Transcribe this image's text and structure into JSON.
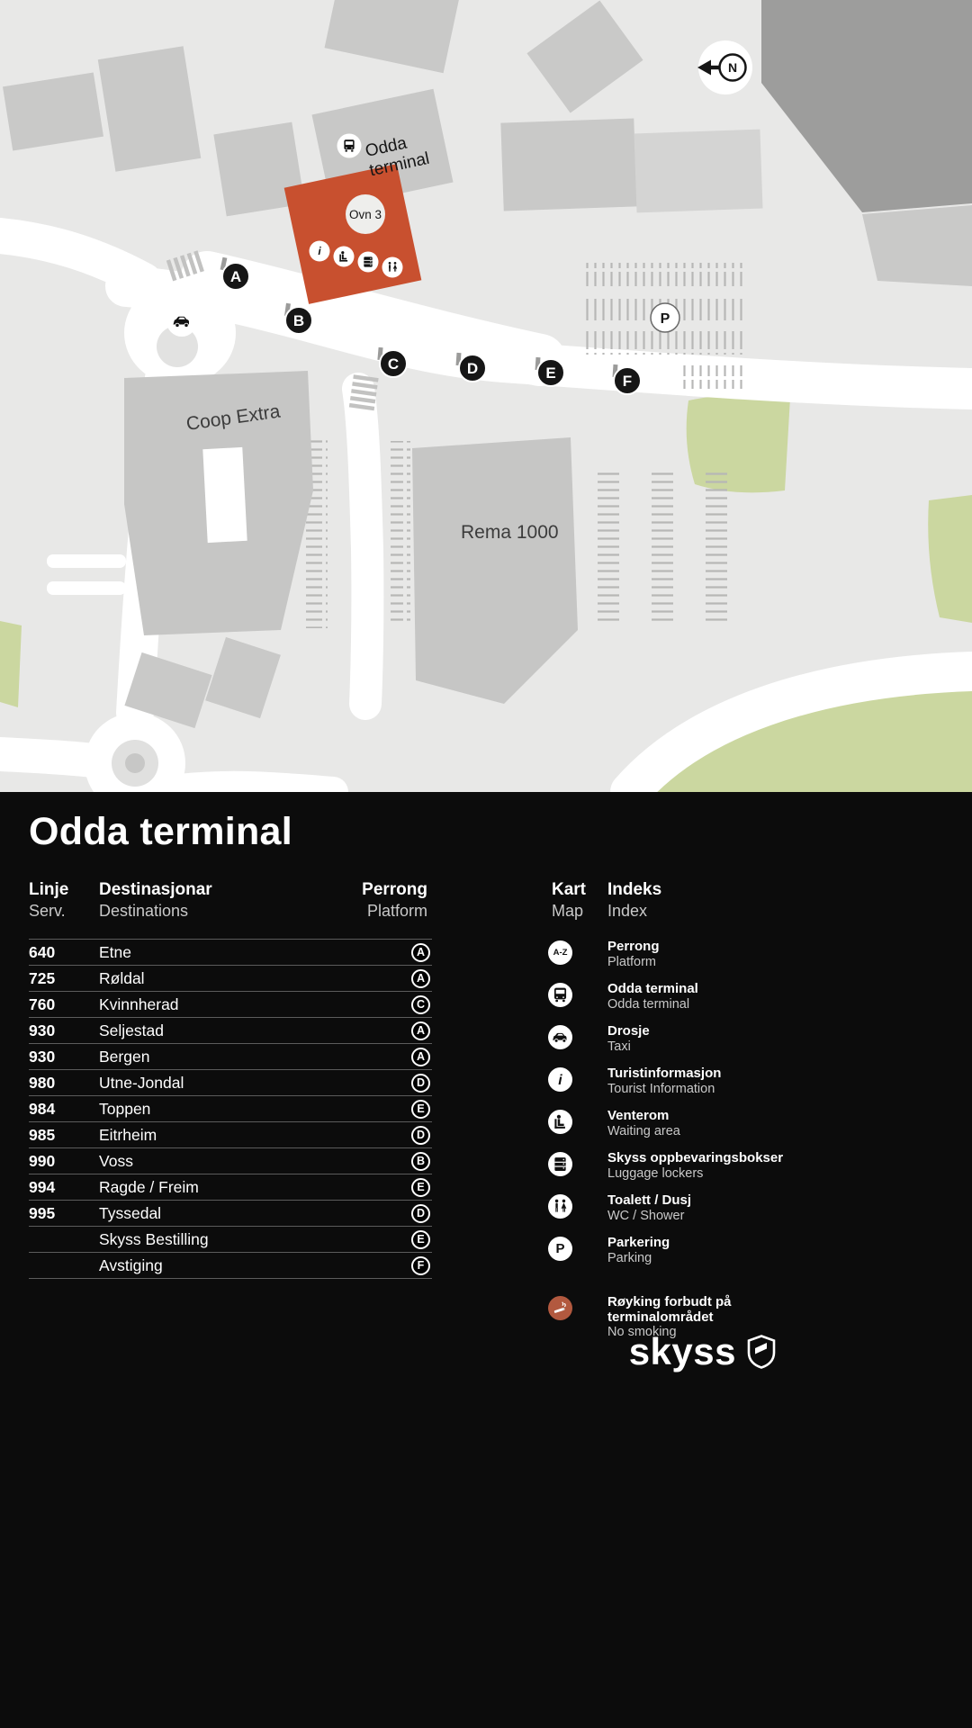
{
  "map": {
    "labels": {
      "terminal_line1": "Odda",
      "terminal_line2": "terminal",
      "oven": "Ovn 3",
      "coop": "Coop Extra",
      "rema": "Rema 1000",
      "north": "N",
      "parking": "P"
    },
    "platforms": [
      "A",
      "B",
      "C",
      "D",
      "E",
      "F"
    ]
  },
  "panel": {
    "title": "Odda terminal",
    "table": {
      "header": {
        "line_no": "Linje",
        "line_en": "Serv.",
        "dest_no": "Destinasjonar",
        "dest_en": "Destinations",
        "platform_no": "Perrong",
        "platform_en": "Platform"
      },
      "rows": [
        {
          "line": "640",
          "dest": "Etne",
          "platform": "A"
        },
        {
          "line": "725",
          "dest": "Røldal",
          "platform": "A"
        },
        {
          "line": "760",
          "dest": "Kvinnherad",
          "platform": "C"
        },
        {
          "line": "930",
          "dest": "Seljestad",
          "platform": "A"
        },
        {
          "line": "930",
          "dest": "Bergen",
          "platform": "A"
        },
        {
          "line": "980",
          "dest": "Utne-Jondal",
          "platform": "D"
        },
        {
          "line": "984",
          "dest": "Toppen",
          "platform": "E"
        },
        {
          "line": "985",
          "dest": "Eitrheim",
          "platform": "D"
        },
        {
          "line": "990",
          "dest": "Voss",
          "platform": "B"
        },
        {
          "line": "994",
          "dest": "Ragde / Freim",
          "platform": "E"
        },
        {
          "line": "995",
          "dest": "Tyssedal",
          "platform": "D"
        },
        {
          "line": "",
          "dest": "Skyss Bestilling",
          "platform": "E"
        },
        {
          "line": "",
          "dest": "Avstiging",
          "platform": "F"
        }
      ]
    },
    "legend": {
      "header": {
        "kart": "Kart",
        "map": "Map",
        "indeks": "Indeks",
        "index": "Index"
      },
      "items": [
        {
          "icon": "platform-az",
          "glyph": "A-Z",
          "no": "Perrong",
          "en": "Platform"
        },
        {
          "icon": "bus",
          "no": "Odda terminal",
          "en": "Odda terminal"
        },
        {
          "icon": "taxi",
          "no": "Drosje",
          "en": "Taxi"
        },
        {
          "icon": "info",
          "no": "Turistinformasjon",
          "en": "Tourist Information"
        },
        {
          "icon": "waiting",
          "no": "Venterom",
          "en": "Waiting area"
        },
        {
          "icon": "lockers",
          "no": "Skyss oppbevaringsbokser",
          "en": "Luggage lockers"
        },
        {
          "icon": "wc",
          "no": "Toalett / Dusj",
          "en": "WC / Shower"
        },
        {
          "icon": "parking",
          "glyph": "P",
          "no": "Parkering",
          "en": "Parking"
        },
        {
          "icon": "no-smoking",
          "no": "Røyking forbudt på terminalområdet",
          "en": "No smoking"
        }
      ]
    },
    "logo": "skyss"
  }
}
